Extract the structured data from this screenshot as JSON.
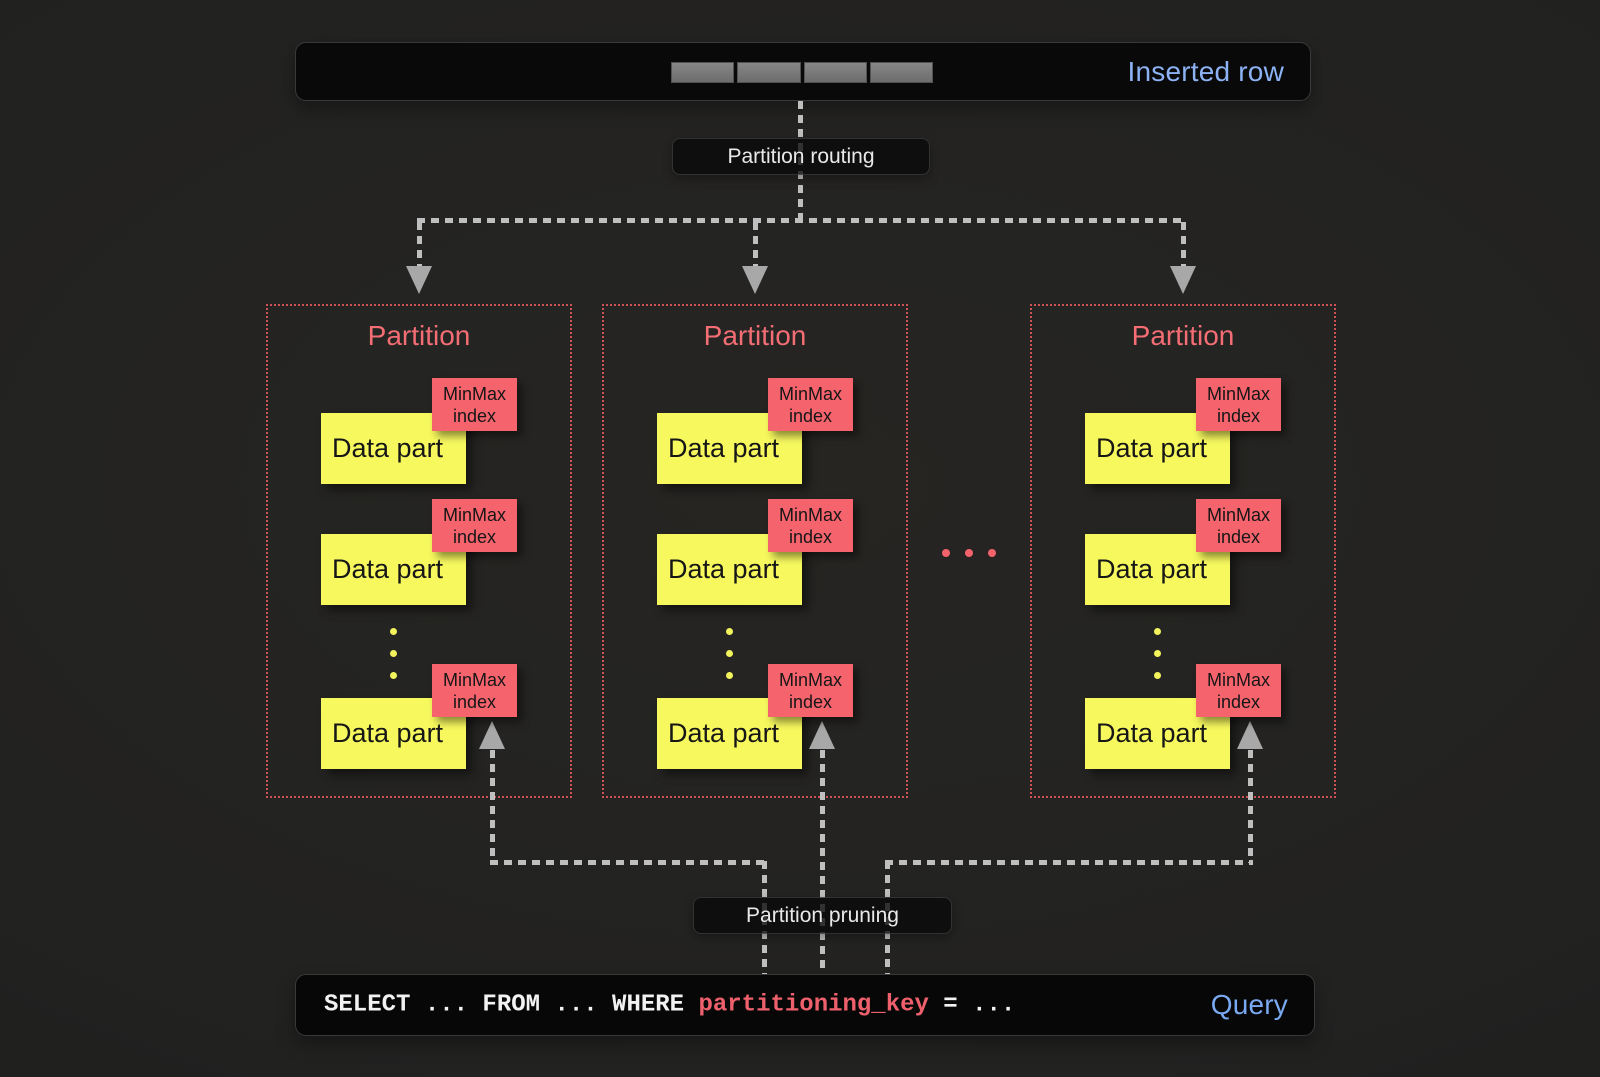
{
  "inserted_row": {
    "label": "Inserted row"
  },
  "routing": {
    "label": "Partition routing"
  },
  "pruning": {
    "label": "Partition pruning"
  },
  "partitions": [
    {
      "title": "Partition",
      "parts": [
        {
          "label": "Data part",
          "index_label": "MinMax index"
        },
        {
          "label": "Data part",
          "index_label": "MinMax index"
        },
        {
          "label": "Data part",
          "index_label": "MinMax index"
        }
      ]
    },
    {
      "title": "Partition",
      "parts": [
        {
          "label": "Data part",
          "index_label": "MinMax index"
        },
        {
          "label": "Data part",
          "index_label": "MinMax index"
        },
        {
          "label": "Data part",
          "index_label": "MinMax index"
        }
      ]
    },
    {
      "title": "Partition",
      "parts": [
        {
          "label": "Data part",
          "index_label": "MinMax index"
        },
        {
          "label": "Data part",
          "index_label": "MinMax index"
        },
        {
          "label": "Data part",
          "index_label": "MinMax index"
        }
      ]
    }
  ],
  "ellipsis": "...",
  "query": {
    "text_before_key": "SELECT ... FROM ... WHERE ",
    "key": "partitioning_key",
    "text_after_key": " = ...",
    "label": "Query"
  },
  "colors": {
    "accent_blue": "#8cb2f3",
    "accent_red": "#f4626c",
    "accent_yellow": "#f7f85e",
    "connector_gray": "#bfbfbf",
    "background": "#222221"
  }
}
